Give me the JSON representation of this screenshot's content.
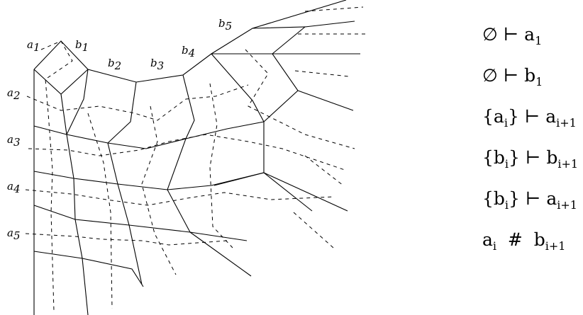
{
  "diagram": {
    "labels": [
      {
        "base": "a",
        "sub": "1"
      },
      {
        "base": "b",
        "sub": "1"
      },
      {
        "base": "b",
        "sub": "2"
      },
      {
        "base": "b",
        "sub": "3"
      },
      {
        "base": "b",
        "sub": "4"
      },
      {
        "base": "b",
        "sub": "5"
      },
      {
        "base": "a",
        "sub": "2"
      },
      {
        "base": "a",
        "sub": "3"
      },
      {
        "base": "a",
        "sub": "4"
      },
      {
        "base": "a",
        "sub": "5"
      }
    ]
  },
  "rules": [
    {
      "pre": "∅ ⊢ a",
      "sub": "1",
      "post": ""
    },
    {
      "pre": "∅ ⊢ b",
      "sub": "1",
      "post": ""
    },
    {
      "pre": "{a",
      "sub": "i",
      "post": "} ⊢ a",
      "sub2": "i+1"
    },
    {
      "pre": "{b",
      "sub": "i",
      "post": "} ⊢ b",
      "sub2": "i+1"
    },
    {
      "pre": "{b",
      "sub": "i",
      "post": "} ⊢ a",
      "sub2": "i+1"
    },
    {
      "pre": "a",
      "sub": "i",
      "post": "  #  b",
      "sub2": "i+1"
    }
  ]
}
